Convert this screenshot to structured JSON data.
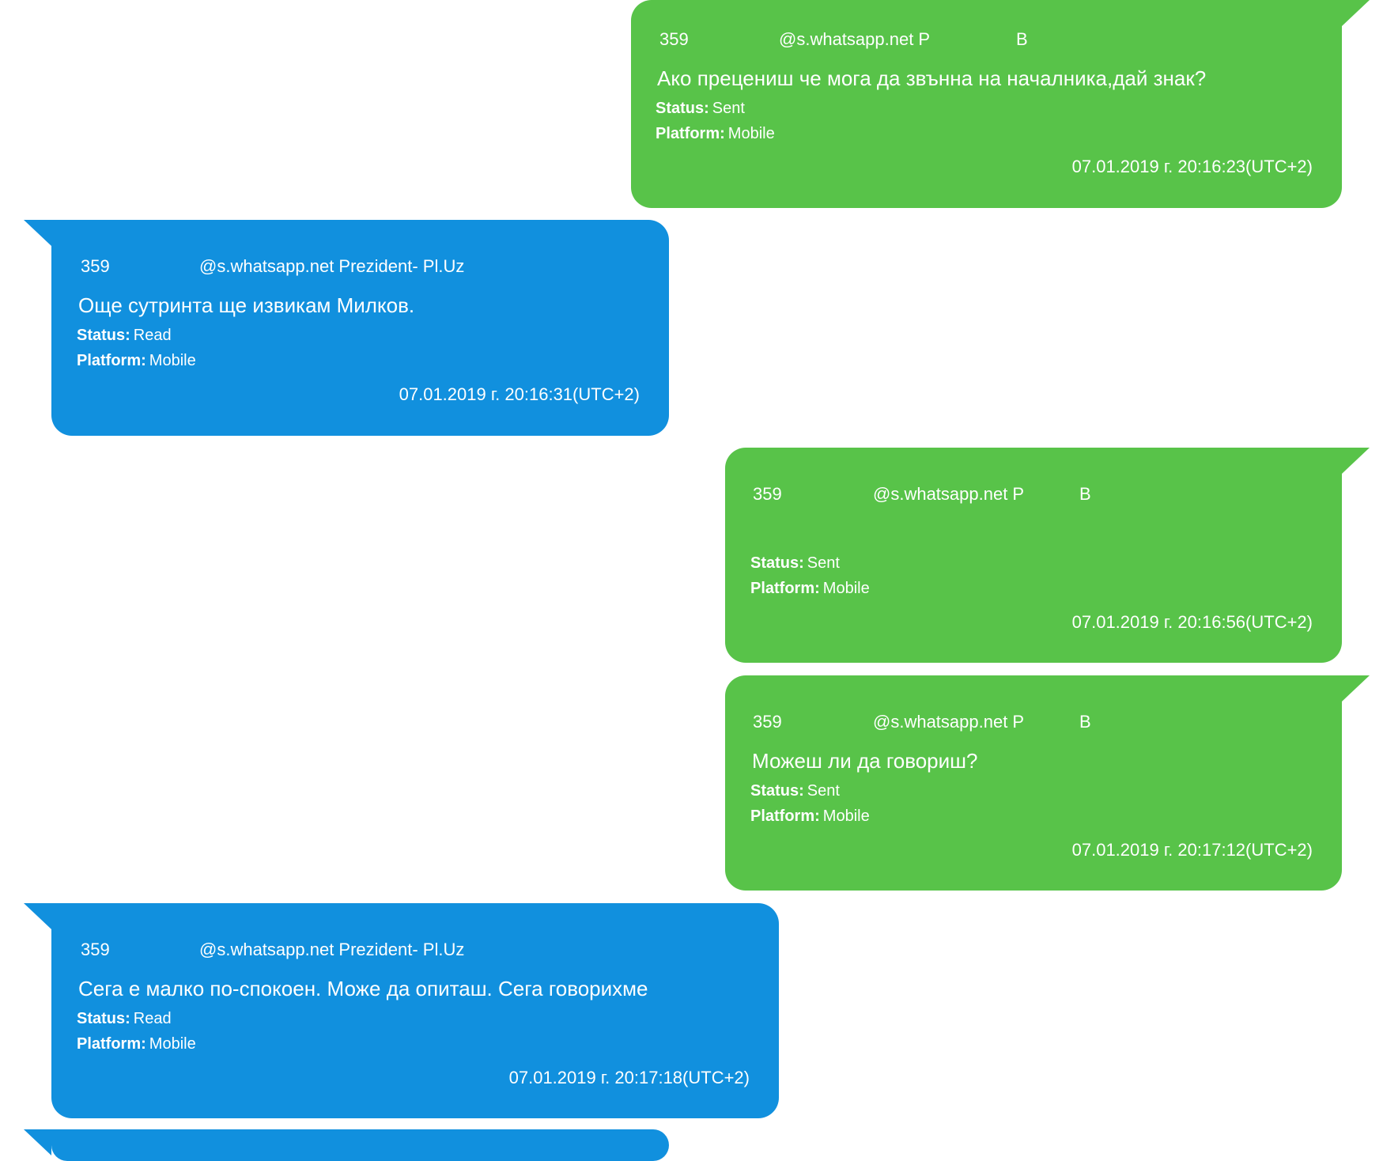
{
  "theme": {
    "sent_color": "#58c349",
    "received_color": "#1190de",
    "text_color": "#ffffff",
    "background": "#ffffff"
  },
  "labels": {
    "status": "Status:",
    "platform": "Platform:"
  },
  "messages": [
    {
      "direction": "sent",
      "sender_number": "359",
      "sender_domain": "@s.whatsapp.net P",
      "sender_suffix": "B",
      "text": "Ако прецениш че мога да звънна на началника,дай знак?",
      "status": "Sent",
      "platform": "Mobile",
      "timestamp": "07.01.2019 г. 20:16:23(UTC+2)"
    },
    {
      "direction": "received",
      "sender_number": "359",
      "sender_domain": "@s.whatsapp.net Prezident- Pl.Uz",
      "sender_suffix": "",
      "text": "Още сутринта ще извикам Милков.",
      "status": "Read",
      "platform": "Mobile",
      "timestamp": "07.01.2019 г. 20:16:31(UTC+2)"
    },
    {
      "direction": "sent",
      "sender_number": "359",
      "sender_domain": "@s.whatsapp.net P",
      "sender_suffix": "B",
      "text": "",
      "status": "Sent",
      "platform": "Mobile",
      "timestamp": "07.01.2019 г. 20:16:56(UTC+2)"
    },
    {
      "direction": "sent",
      "sender_number": "359",
      "sender_domain": "@s.whatsapp.net P",
      "sender_suffix": "B",
      "text": "Можеш ли да говориш?",
      "status": "Sent",
      "platform": "Mobile",
      "timestamp": "07.01.2019 г. 20:17:12(UTC+2)"
    },
    {
      "direction": "received",
      "sender_number": "359",
      "sender_domain": "@s.whatsapp.net Prezident- Pl.Uz",
      "sender_suffix": "",
      "text": "Сега е малко по-спокоен. Може да опиташ. Сега говорихме",
      "status": "Read",
      "platform": "Mobile",
      "timestamp": "07.01.2019 г. 20:17:18(UTC+2)"
    }
  ]
}
